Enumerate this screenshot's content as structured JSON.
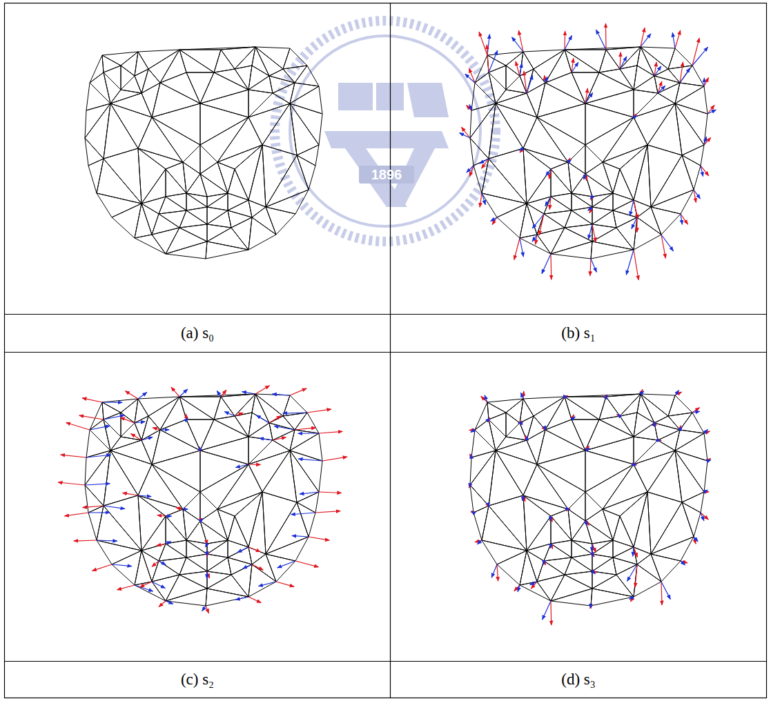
{
  "diagram": {
    "labels": [
      "(a) s₀",
      "(b) s₁",
      "(c) s₂",
      "(d) s₃",
      "1896"
    ]
  }
}
